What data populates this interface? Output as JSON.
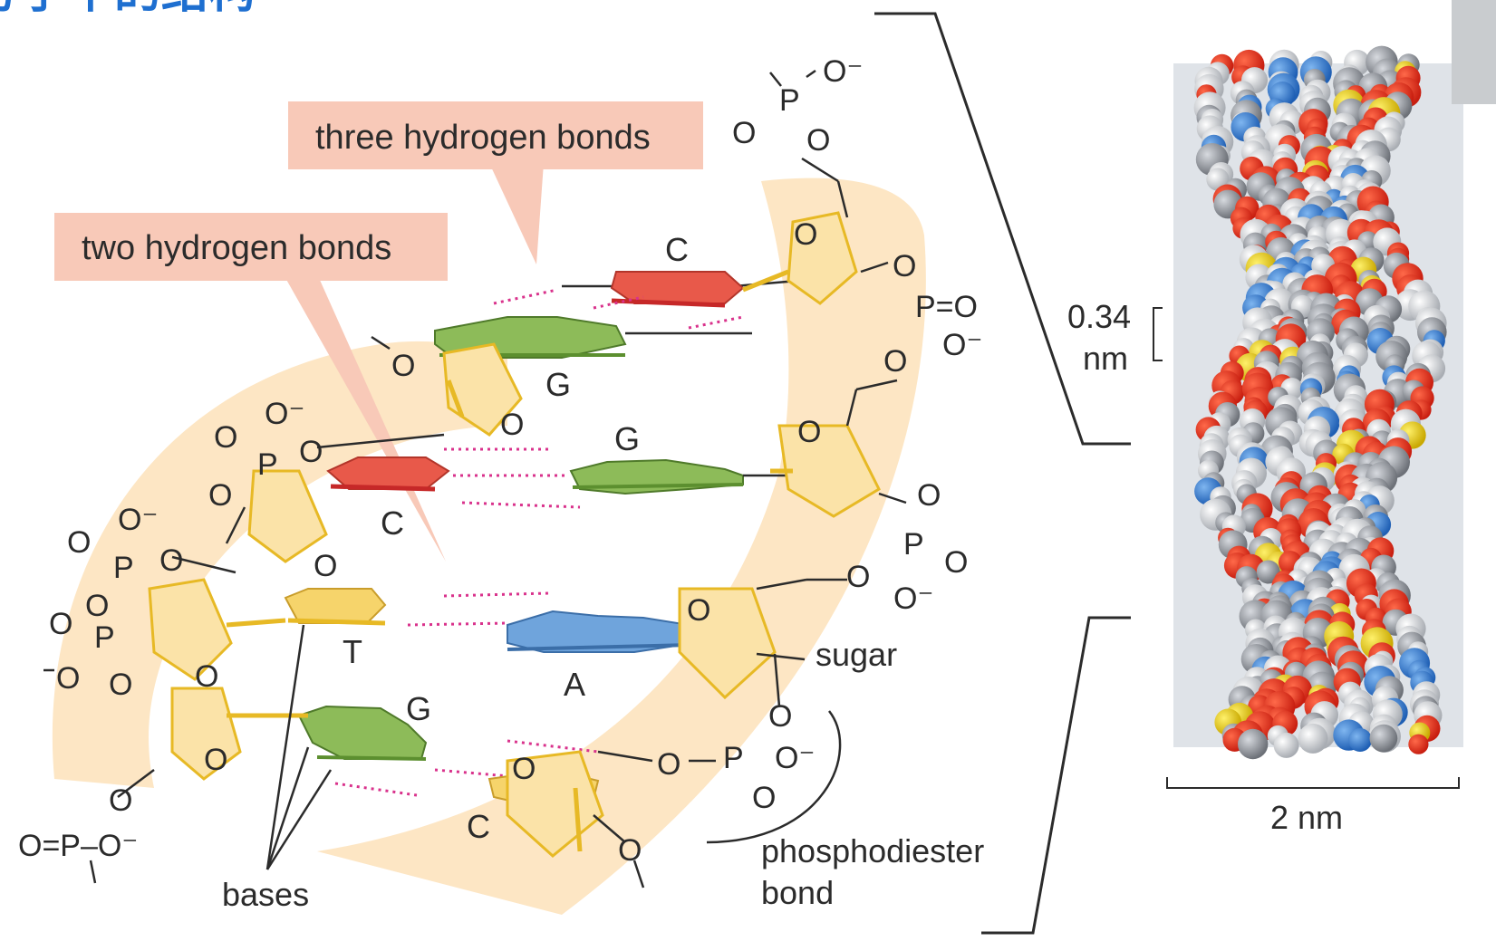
{
  "header": {
    "partial_title": "分子中的结构"
  },
  "callouts": {
    "three_hbonds": "three hydrogen bonds",
    "two_hbonds": "two hydrogen bonds"
  },
  "bases": {
    "C_top": "C",
    "G_top": "G",
    "G_mid": "G",
    "C_mid": "C",
    "T": "T",
    "A": "A",
    "G_bot": "G",
    "C_bot": "C"
  },
  "atoms": {
    "O": "O",
    "P": "P",
    "O_minus": "O⁻",
    "P_eq_O": "P=O",
    "O_eq_P_O": "O=P–O⁻"
  },
  "labels": {
    "bases": "bases",
    "sugar": "sugar",
    "phosphodiester_1": "phosphodiester",
    "phosphodiester_2": "bond"
  },
  "measure": {
    "rise_value": "0.34",
    "rise_unit": "nm",
    "width": "2 nm"
  },
  "colors": {
    "backbone_band": "#fde6c4",
    "callout_bg": "#f8c9b8",
    "cytosine": "#e8594a",
    "guanine": "#8dbb59",
    "thymine": "#f6d46b",
    "adenine": "#6fa4dc",
    "hbond": "#d9328c",
    "sugar": "#e7b925",
    "title_blue": "#1e6fd0"
  }
}
